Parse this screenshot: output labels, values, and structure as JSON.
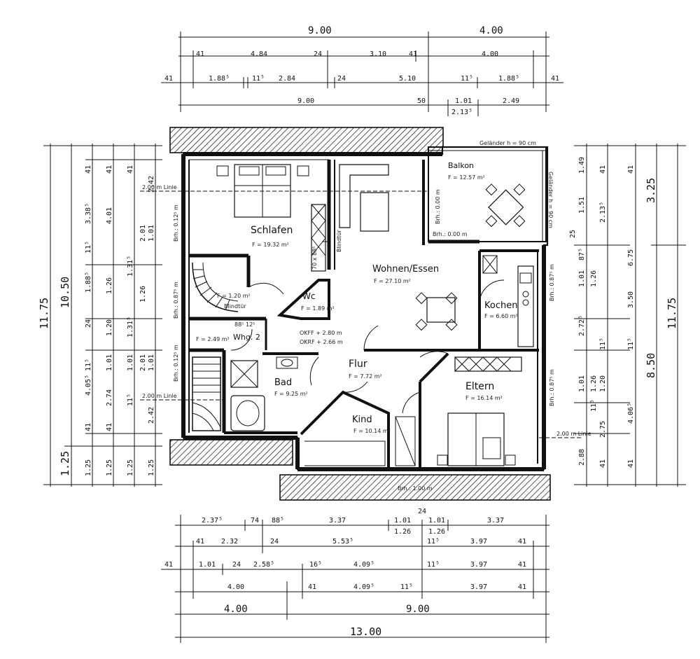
{
  "top_dims": {
    "row1": [
      "9.00",
      "4.00"
    ],
    "row2": [
      "41",
      "4.84",
      "24",
      "3.10",
      "41",
      "4.00"
    ],
    "row3": [
      "41",
      "1.88⁵",
      "11⁵",
      "2.84",
      "24",
      "5.10",
      "11⁵",
      "1.88⁵",
      "41"
    ],
    "row4": [
      "9.00",
      "50",
      "1.01",
      "2.13⁵",
      "2.49"
    ]
  },
  "bottom_dims": {
    "row1": [
      "2.37⁵",
      "74",
      "88⁵",
      "3.37",
      "1.01",
      "24",
      "1.01",
      "3.37",
      "1.26",
      "1.26"
    ],
    "row2": [
      "41",
      "2.32",
      "24",
      "5.53⁵",
      "11⁵",
      "3.97",
      "41"
    ],
    "row3": [
      "41",
      "1.01",
      "24",
      "2.58⁵",
      "16⁵",
      "4.09⁵",
      "11⁵",
      "3.97",
      "41"
    ],
    "row4": [
      "4.00",
      "41",
      "4.09⁵",
      "11⁵",
      "3.97",
      "41"
    ],
    "row5": [
      "4.00",
      "9.00"
    ],
    "row6": [
      "13.00"
    ]
  },
  "left_dims": {
    "total": "11.75",
    "sub1": "10.50",
    "sub2": "1.25",
    "col3": [
      "41",
      "3.38⁵",
      "11⁵",
      "1.88⁵",
      "24",
      "11⁵",
      "4.05⁵",
      "41",
      "1.25"
    ],
    "col4": [
      "41",
      "4.01",
      "1.26",
      "1.01",
      "1.20",
      "2.74",
      "41",
      "1.25"
    ],
    "col5": [
      "41",
      "1.31⁵",
      "1.31⁵",
      "11⁵",
      "1.01",
      "1.25"
    ],
    "col6": [
      "2.42",
      "1.01",
      "2.01",
      "1.26",
      "1.01",
      "2.01",
      "2.42",
      "1.25"
    ]
  },
  "right_dims": {
    "total": "11.75",
    "sub1": "3.25",
    "sub2": "8.50",
    "col1": [
      "1.49",
      "1.51",
      "25",
      "87⁵",
      "1.01",
      "2.72⁵",
      "1.01",
      "1.20",
      "2.75",
      "2.88"
    ],
    "col2": [
      "41",
      "2.13⁵",
      "1.26",
      "3.50",
      "11⁵",
      "1.26",
      "11⁵",
      "4.06⁵",
      "41"
    ],
    "col3": [
      "6.75",
      "41",
      "11⁵",
      "41"
    ]
  },
  "rooms": [
    {
      "name": "Schlafen",
      "area": "F = 19.32 m²"
    },
    {
      "name": "Wohnen/Essen",
      "area": "F = 27.10 m²"
    },
    {
      "name": "Balkon",
      "area": "F = 12.57 m²"
    },
    {
      "name": "Kochen",
      "area": "F = 6.60 m²"
    },
    {
      "name": "Wc",
      "area": "F = 1.89 m²"
    },
    {
      "name": "Flur",
      "area": "F = 7.72 m²"
    },
    {
      "name": "Bad",
      "area": "F = 9.25 m²"
    },
    {
      "name": "Kind",
      "area": "F = 10.14 m²"
    },
    {
      "name": "Eltern",
      "area": "F = 16.14 m²"
    },
    {
      "name": "Whg. 2",
      "area": ""
    }
  ],
  "notes": {
    "stair_area": "F = 1.20 m²",
    "blindtuer": "Blindtür",
    "blindtuer2": "Blindtür",
    "landing_area": "F = 2.49 m²",
    "okff": "OKFF + 2.80 m",
    "okrf": "OKRF + 2.66 m",
    "step1": "88⁵",
    "step2": "12⁵",
    "linie1": "2.00 m Linie",
    "linie2": "2.00 m Linie",
    "linie3": "2.00 m Linie",
    "gelaender_top": "Geländer h = 90 cm",
    "gelaender_side": "Geländer h = 90 cm",
    "brh_balkon": "Brh.: 0.00 m",
    "brh_balkon2": "Brh.: 0.00 m",
    "brh_left1": "Brh.: 0.12⁵ m",
    "brh_left2": "Brh.: 0.87⁵ m",
    "brh_left3": "Brh.: 0.12⁵ m",
    "brh_right1": "Brh.: 0.87⁵ m",
    "brh_right2": "Brh.: 0.87⁵ m",
    "brh_bottom": "Brh.: 1.00 m",
    "schrank": "70 x 88⁵"
  }
}
